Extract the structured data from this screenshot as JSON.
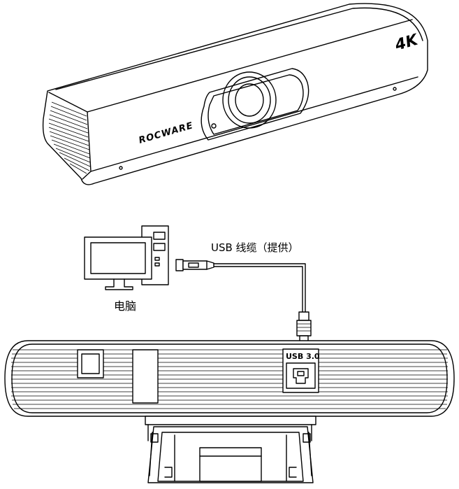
{
  "labels": {
    "brand": "ROCWARE",
    "resolution_badge": "4K",
    "cable": "USB 线缆（提供）",
    "computer": "电脑",
    "port": "USB 3.0"
  },
  "colors": {
    "line": "#000000",
    "background": "#ffffff"
  }
}
